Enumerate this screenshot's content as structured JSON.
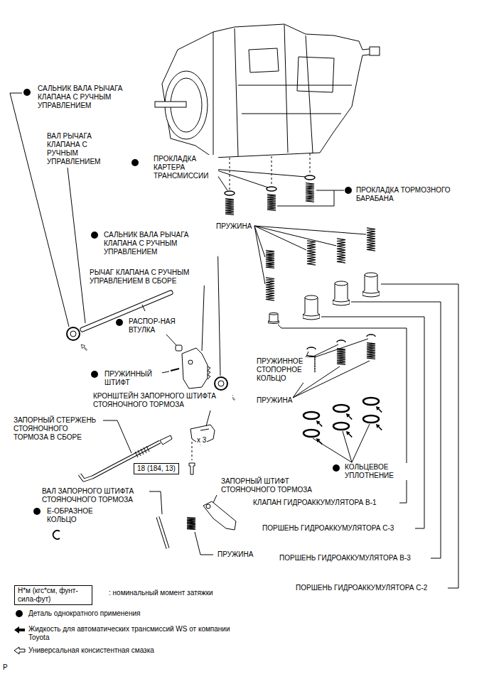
{
  "diagram": {
    "nodes": [
      {
        "text": [
          "18 (184, 13)"
        ]
      },
      {
        "text": [
          "Н*м (кгс*см, фунт-сила-фут)"
        ]
      }
    ],
    "labels": [
      "САЛЬНИК ВАЛА РЫЧАГА КЛАПАНА С РУЧНЫМ УПРАВЛЕНИЕМ",
      "ВАЛ РЫЧАГА КЛАПАНА С РУЧНЫМ УПРАВЛЕНИЕМ",
      "ПРОКЛАДКА КАРТЕРА ТРАНСМИССИИ",
      "ПРОКЛАДКА ТОРМОЗНОГО БАРАБАНА",
      "ПРУЖИНА",
      "САЛЬНИК ВАЛА РЫЧАГА КЛАПАНА С РУЧНЫМ УПРАВЛЕНИЕМ",
      "РЫЧАГ КЛАПАНА С РУЧНЫМ УПРАВЛЕНИЕМ В СБОРЕ",
      "РАСПОР-НАЯ ВТУЛКА",
      "ПРУЖИННЫЙ ШТИФТ",
      "ПРУЖИННОЕ СТОПОРНОЕ КОЛЬЦО",
      "КРОНШТЕЙН ЗАПОРНОГО ШТИФТА СТОЯНОЧНОГО ТОРМОЗА",
      "ПРУЖИНА",
      "ЗАПОРНЫЙ СТЕРЖЕНЬ СТОЯНОЧНОГО ТОРМОЗА В СБОРЕ",
      "x 3",
      "ЗАПОРНЫЙ ШТИФТ СТОЯНОЧНОГО ТОРМОЗА",
      "КОЛЬЦЕВОЕ УПЛОТНЕНИЕ",
      "ВАЛ ЗАПОРНОГО ШТИФТА СТОЯНОЧНОГО ТОРМОЗА",
      "Е-ОБРАЗНОЕ КОЛЬЦО",
      "ПРУЖИНА",
      "КЛАПАН ГИДРОАККУМУЛЯТОРА В-1",
      "ПОРШЕНЬ ГИДРОАККУМУЛЯТОРА С-3",
      "ПОРШЕНЬ ГИДРОАККУМУЛЯТОРА В-3",
      "ПОРШЕНЬ ГИДРОАККУМУЛЯТОРА С-2",
      ": номинальный момент затяжки",
      "P"
    ],
    "legend": [
      {
        "text": "Деталь однократного применения"
      },
      {
        "text": "Жидкость для автоматических трансмиссий WS от компании Toyota"
      },
      {
        "text": "Универсальная консистентная смазка"
      }
    ]
  }
}
